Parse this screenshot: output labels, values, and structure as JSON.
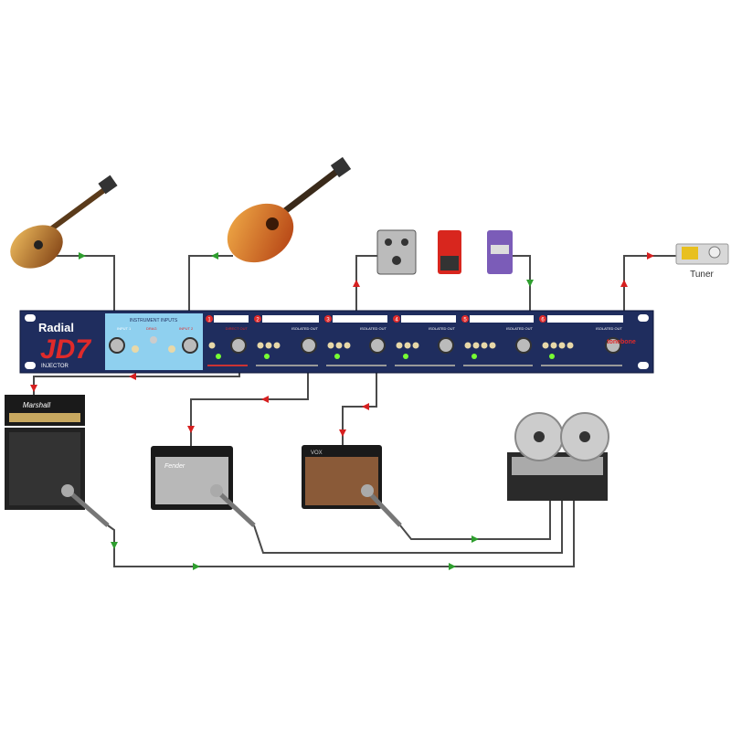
{
  "unit": {
    "brand": "Radial",
    "model": "JD7",
    "sub": "INJECTOR",
    "inputs_label": "INSTRUMENT INPUTS",
    "drag_label": "DRAG",
    "input1": "INPUT 1",
    "input2": "INPUT 2",
    "channels": [
      {
        "num": "1",
        "label": "DIRECT OUT"
      },
      {
        "num": "2",
        "label": "ISOLATED OUT"
      },
      {
        "num": "3",
        "label": "ISOLATED OUT"
      },
      {
        "num": "4",
        "label": "ISOLATED OUT"
      },
      {
        "num": "5",
        "label": "ISOLATED OUT"
      },
      {
        "num": "6",
        "label": "ISOLATED OUT"
      }
    ],
    "logo2": "tonebone"
  },
  "tuner": {
    "label": "Tuner"
  },
  "amps": {
    "marshall": "Marshall",
    "fender": "Fender",
    "vox": "VOX"
  },
  "colors": {
    "panel": "#1f2d5e",
    "wire": "#4a4a4a",
    "arrow_in": "#2e9e2e",
    "arrow_out": "#d62020"
  }
}
